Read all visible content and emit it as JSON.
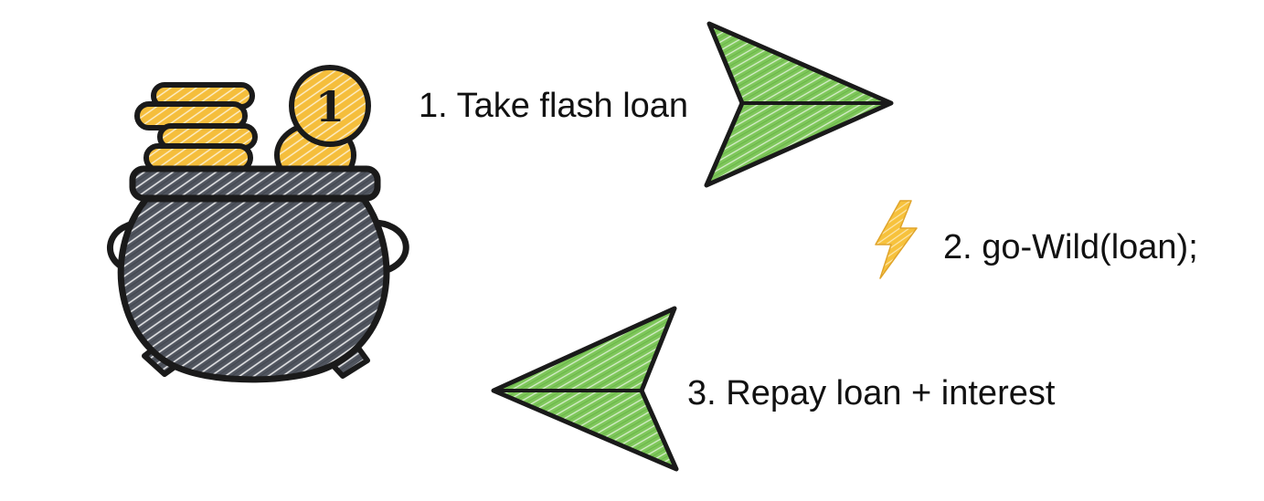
{
  "diagram": {
    "steps": [
      {
        "number": "1",
        "label": "1. Take flash loan"
      },
      {
        "number": "2",
        "label": "2. go-Wild(loan);"
      },
      {
        "number": "3",
        "label": "3. Repay loan + interest"
      }
    ],
    "coin_label": "1",
    "icons": {
      "pot": "pot-of-coins-icon",
      "coin": "coin-icon",
      "lightning": "lightning-bolt-icon",
      "arrow_right": "arrow-right-icon",
      "arrow_left": "arrow-left-icon"
    },
    "colors": {
      "gold": "#F5BE3C",
      "gold_dark": "#D99A1E",
      "pot": "#50555F",
      "pot_dark": "#3A3E46",
      "outline": "#1A1A1A",
      "arrow_green": "#7EC75A",
      "arrow_green_dark": "#4F9A32",
      "bolt": "#F7C23C"
    }
  }
}
